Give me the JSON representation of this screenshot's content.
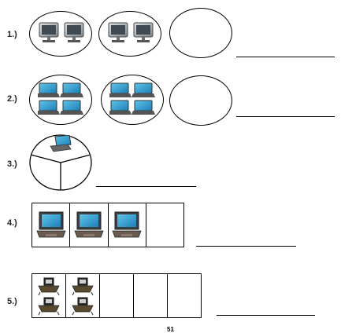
{
  "questions": [
    {
      "label": "1.)"
    },
    {
      "label": "2.)"
    },
    {
      "label": "3.)"
    },
    {
      "label": "4.)"
    },
    {
      "label": "5.)"
    }
  ],
  "page_number": "51"
}
